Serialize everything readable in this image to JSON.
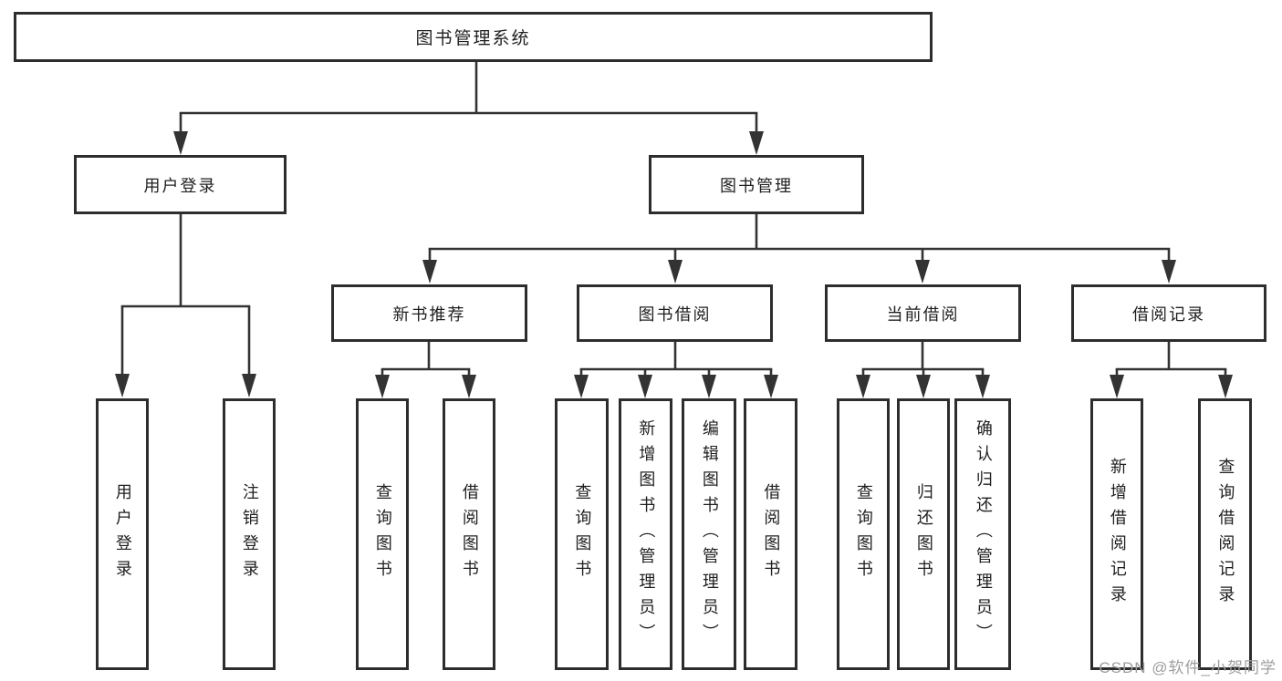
{
  "tree": {
    "label": "图书管理系统",
    "children": [
      {
        "label": "用户登录",
        "children": [
          {
            "label": "用户登录"
          },
          {
            "label": "注销登录"
          }
        ]
      },
      {
        "label": "图书管理",
        "children": [
          {
            "label": "新书推荐",
            "children": [
              {
                "label": "查询图书"
              },
              {
                "label": "借阅图书"
              }
            ]
          },
          {
            "label": "图书借阅",
            "children": [
              {
                "label": "查询图书"
              },
              {
                "label": "新增图书（管理员）"
              },
              {
                "label": "编辑图书（管理员）"
              },
              {
                "label": "借阅图书"
              }
            ]
          },
          {
            "label": "当前借阅",
            "children": [
              {
                "label": "查询图书"
              },
              {
                "label": "归还图书"
              },
              {
                "label": "确认归还（管理员）"
              }
            ]
          },
          {
            "label": "借阅记录",
            "children": [
              {
                "label": "新增借阅记录"
              },
              {
                "label": "查询借阅记录"
              }
            ]
          }
        ]
      }
    ]
  },
  "watermark": "CSDN @软件_小贺同学",
  "colors": {
    "line": "#333333",
    "box_border": "#2d2d2d",
    "text": "#1f1f1f",
    "watermark": "#9e9e9e",
    "background": "#ffffff"
  }
}
